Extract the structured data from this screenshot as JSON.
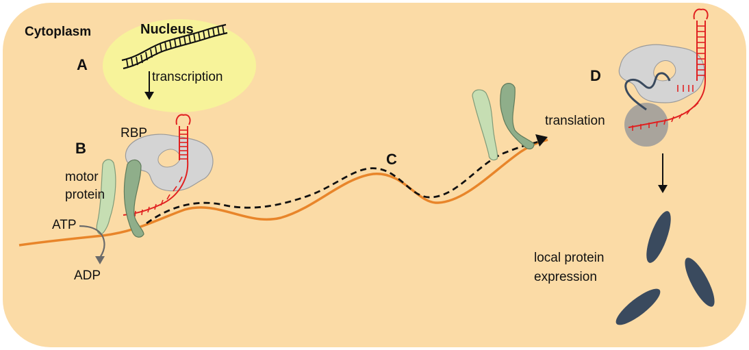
{
  "regions": {
    "cytoplasm": "Cytoplasm",
    "nucleus": "Nucleus"
  },
  "steps": {
    "a": "A",
    "b": "B",
    "c": "C",
    "d": "D"
  },
  "labels": {
    "transcription": "transcription",
    "rbp": "RBP",
    "motor_line1": "motor",
    "motor_line2": "protein",
    "atp": "ATP",
    "adp": "ADP",
    "translation": "translation",
    "expression_line1": "local protein",
    "expression_line2": "expression"
  },
  "colors": {
    "cytoplasm": "#fbdba6",
    "nucleus": "#f7f39a",
    "microtubule": "#e8852a",
    "mrna": "#e02020",
    "rbp": "#d4d4d4",
    "motor_light": "#c6deb3",
    "motor_dark": "#8fae8a",
    "ribosome": "#9a9a9a",
    "protein": "#3a4a5e"
  }
}
